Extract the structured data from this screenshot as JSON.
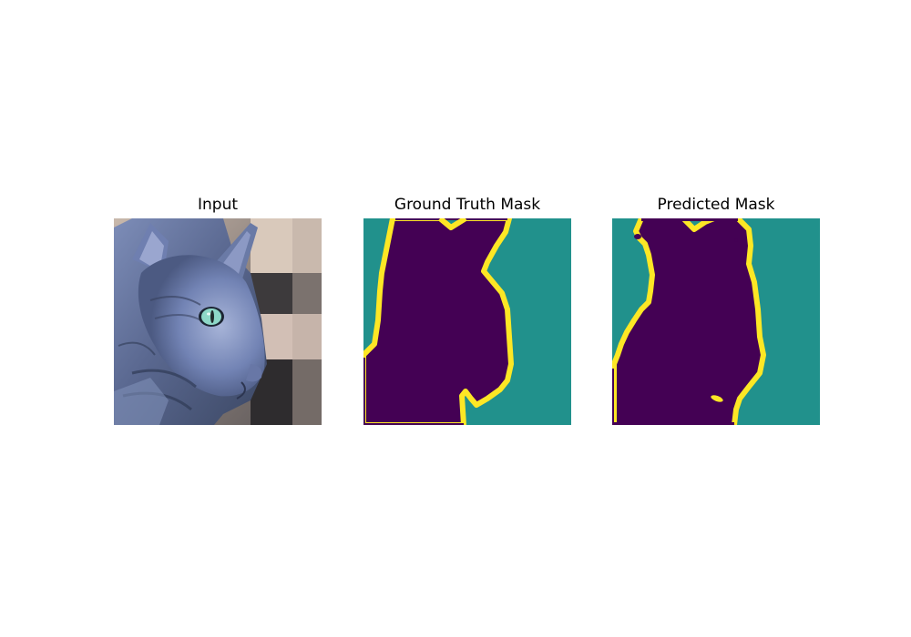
{
  "panels": [
    {
      "title": "Input",
      "content": "photo of a hairless sphynx cat in profile facing right, with a green eye, blue-tinted grey skin and wrinkled neck"
    },
    {
      "title": "Ground Truth Mask",
      "colors": {
        "background": "#21918c",
        "foreground": "#440154",
        "boundary": "#fde725"
      }
    },
    {
      "title": "Predicted Mask",
      "colors": {
        "background": "#21918c",
        "foreground": "#440154",
        "boundary": "#fde725"
      }
    }
  ]
}
